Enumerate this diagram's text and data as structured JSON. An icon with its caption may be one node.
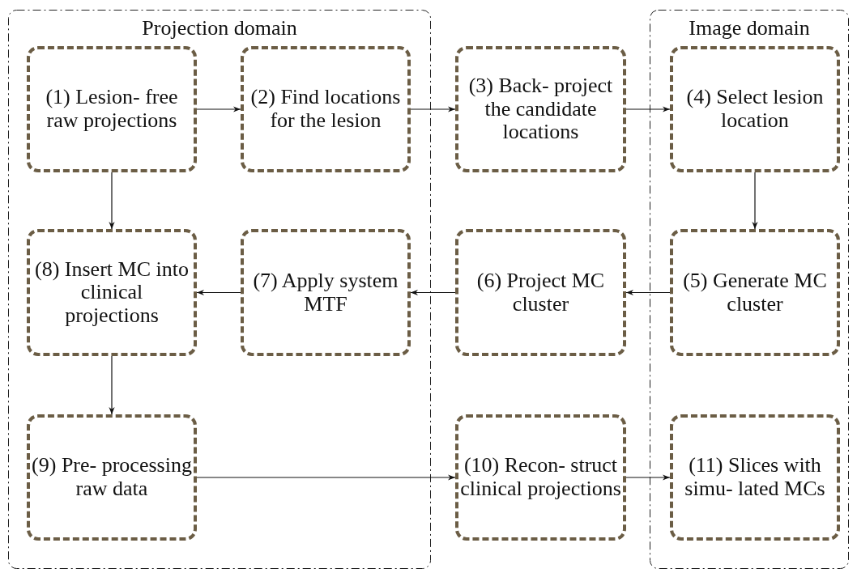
{
  "diagram": {
    "nodes": [
      {
        "text": [
          "Projection domain"
        ]
      },
      {
        "text": [
          "(1) Lesion- free raw projections"
        ],
        "in": 0
      },
      {
        "text": [
          "(2) Find locations for the lesion"
        ],
        "in": 0
      },
      {
        "text": [
          "(3) Back- project the candidate locations"
        ]
      },
      {
        "text": [
          "Image domain"
        ]
      },
      {
        "text": [
          "(4) Select lesion location"
        ],
        "in": 4
      },
      {
        "text": [
          "(8) Insert MC into clinical projections"
        ],
        "in": 0
      },
      {
        "text": [
          "(7) Apply system MTF"
        ],
        "in": 0
      },
      {
        "text": [
          "(6) Project MC cluster"
        ]
      },
      {
        "text": [
          "(5) Generate MC cluster"
        ],
        "in": 4
      },
      {
        "text": [
          "(9) Pre- processing raw data"
        ],
        "in": 0
      },
      {
        "text": [
          "(10) Recon- struct clinical projections"
        ]
      },
      {
        "text": [
          "(11) Slices with simu- lated MCs"
        ],
        "in": 4
      }
    ],
    "edges": [
      {
        "from": 1,
        "to": 2,
        "arrow": "to"
      },
      {
        "from": 2,
        "to": 3,
        "arrow": "to"
      },
      {
        "from": 3,
        "to": 5,
        "arrow": "to"
      },
      {
        "from": 5,
        "to": 9,
        "arrow": "to"
      },
      {
        "from": 9,
        "to": 8,
        "arrow": "to"
      },
      {
        "from": 8,
        "to": 7,
        "arrow": "to"
      },
      {
        "from": 7,
        "to": 6,
        "arrow": "to"
      },
      {
        "from": 1,
        "to": 6,
        "arrow": "to"
      },
      {
        "from": 6,
        "to": 10,
        "arrow": "to"
      },
      {
        "from": 10,
        "to": 11,
        "arrow": "to"
      },
      {
        "from": 11,
        "to": 12,
        "arrow": "to"
      }
    ]
  }
}
